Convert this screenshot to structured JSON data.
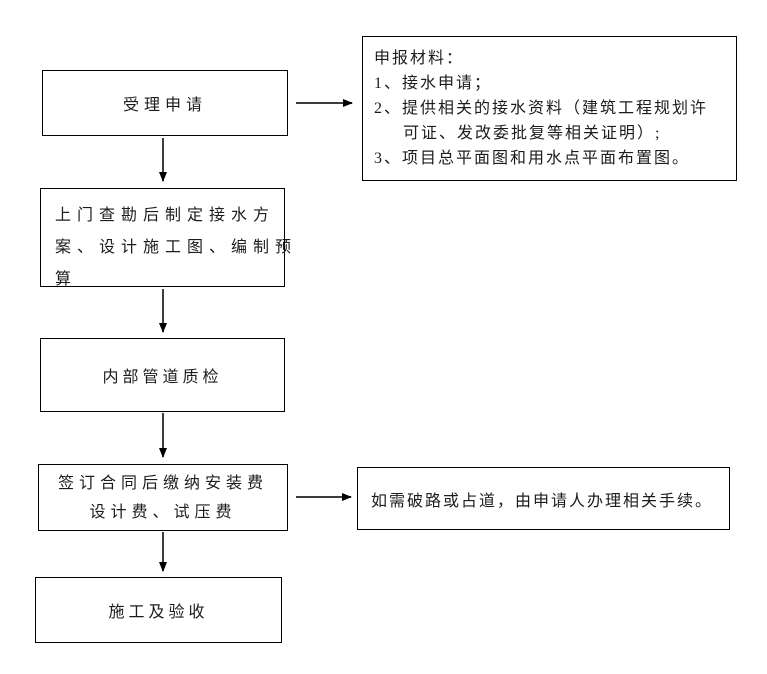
{
  "page": {
    "background": "#ffffff",
    "box_border_color": "#000000",
    "arrow_line_color": "#3d3d3d",
    "arrow_head_color": "#000000",
    "text_color": "#1c1c1c"
  },
  "flowchart": {
    "nodes": {
      "accept": {
        "label": "受理申请"
      },
      "materials": {
        "lines": [
          "申报材料：",
          "1、接水申请；",
          "2、提供相关的接水资料（建筑工程规划许",
          "可证、发改委批复等相关证明）;",
          "3、项目总平面图和用水点平面布置图。"
        ]
      },
      "survey": {
        "lines": [
          "上门查勘后制定接水方",
          "案、设计施工图、编制预",
          "算"
        ]
      },
      "quality": {
        "label": "内部管道质检"
      },
      "contract": {
        "lines": [
          "签订合同后缴纳安装费",
          "设计费、试压费"
        ]
      },
      "road": {
        "label": "如需破路或占道，由申请人办理相关手续。"
      },
      "construction": {
        "label": "施工及验收"
      }
    },
    "edges": [
      {
        "from": "accept",
        "to": "materials",
        "direction": "right"
      },
      {
        "from": "accept",
        "to": "survey",
        "direction": "down"
      },
      {
        "from": "survey",
        "to": "quality",
        "direction": "down"
      },
      {
        "from": "quality",
        "to": "contract",
        "direction": "down"
      },
      {
        "from": "contract",
        "to": "road",
        "direction": "right"
      },
      {
        "from": "contract",
        "to": "construction",
        "direction": "down"
      }
    ]
  }
}
